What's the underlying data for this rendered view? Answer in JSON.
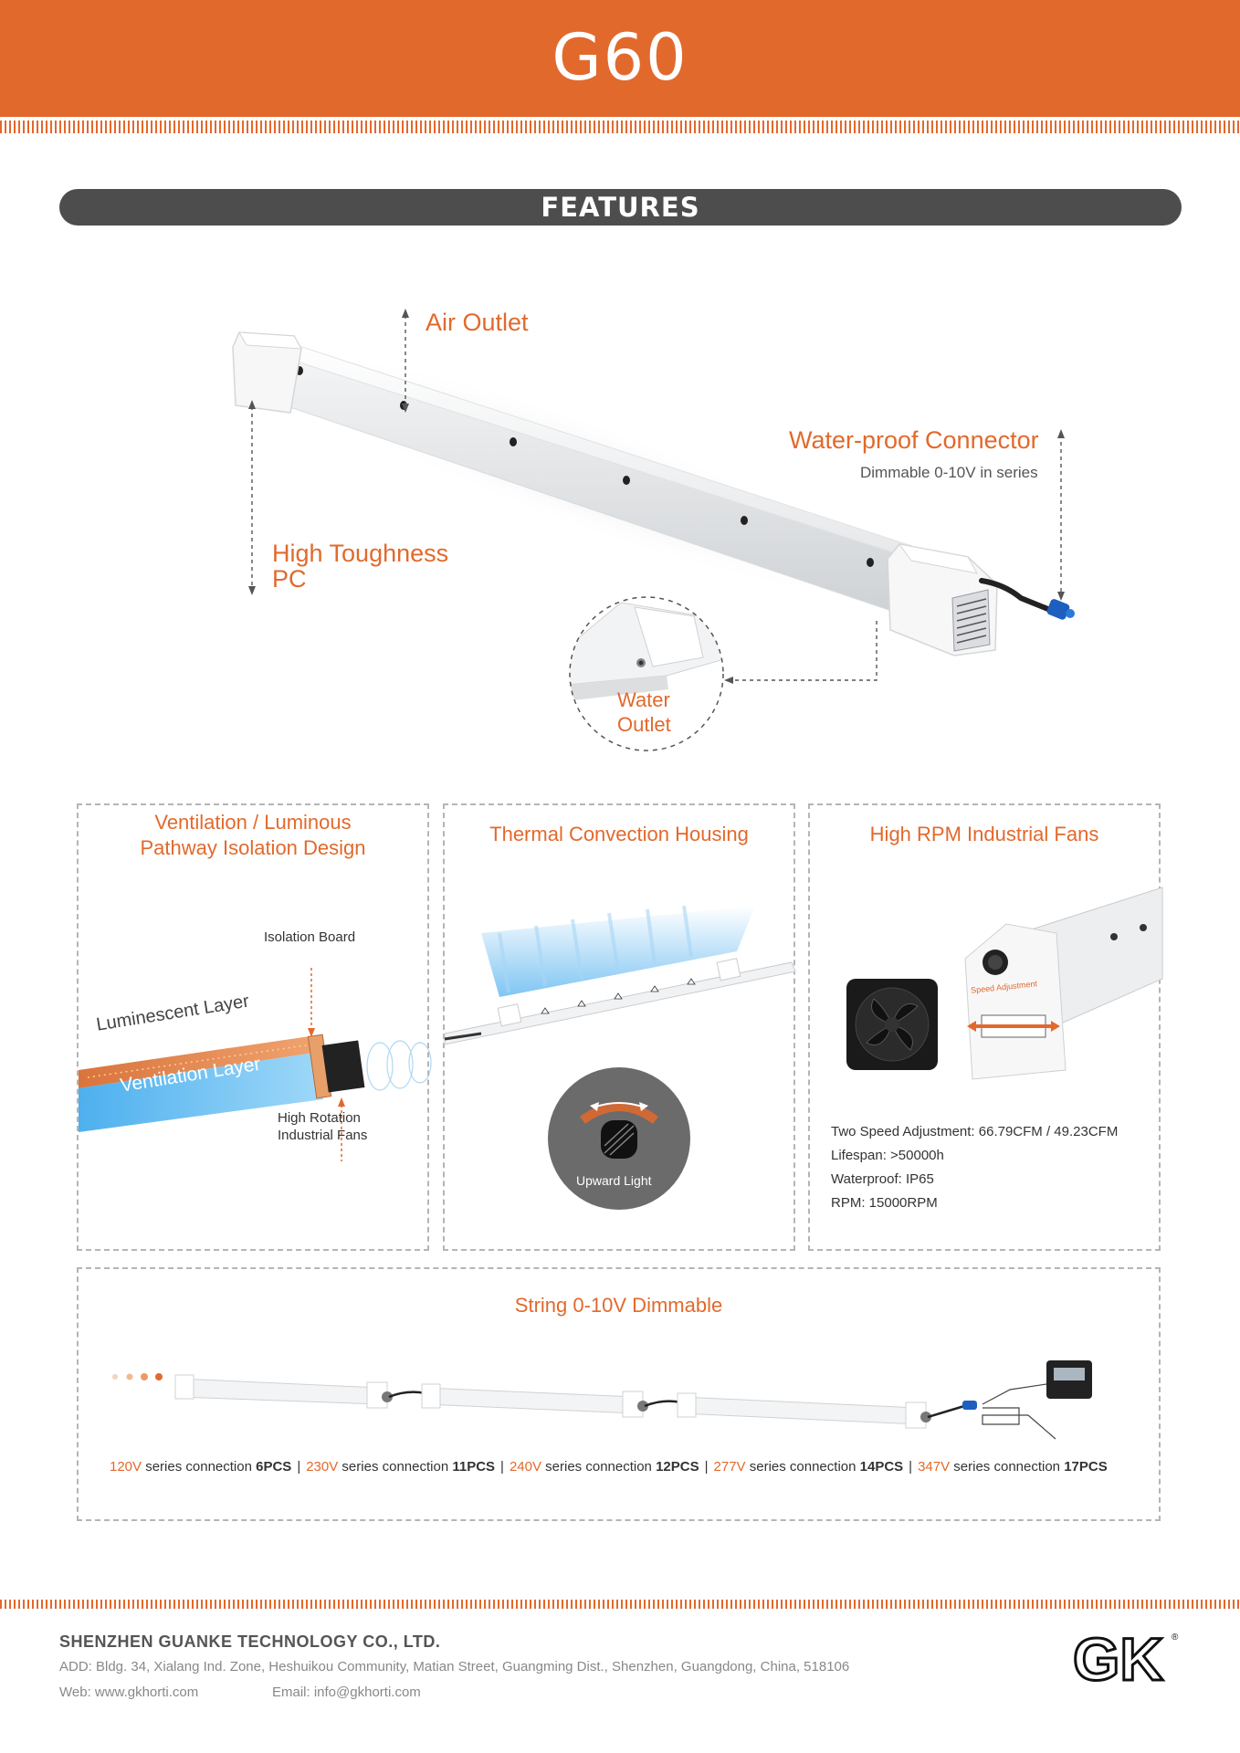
{
  "header": {
    "title": "G60"
  },
  "features": {
    "label": "FEATURES"
  },
  "callouts": {
    "air_outlet": "Air Outlet",
    "connector": "Water-proof Connector",
    "connector_sub": "Dimmable 0-10V in series",
    "toughness_line1": "High Toughness",
    "toughness_line2": "PC",
    "water_outlet_line1": "Water",
    "water_outlet_line2": "Outlet"
  },
  "panels": {
    "ventilation": {
      "title_line1": "Ventilation / Luminous",
      "title_line2": "Pathway Isolation Design",
      "isolation_board": "Isolation Board",
      "luminescent_layer": "Luminescent Layer",
      "ventilation_layer": "Ventilation Layer",
      "fans_line1": "High Rotation",
      "fans_line2": "Industrial Fans"
    },
    "thermal": {
      "title": "Thermal Convection Housing",
      "upward_light": "Upward Light"
    },
    "fans": {
      "title": "High RPM Industrial Fans",
      "speed_adjustment": "Speed Adjustment",
      "specs": [
        "Two Speed Adjustment: 66.79CFM / 49.23CFM",
        "Lifespan: >50000h",
        "Waterproof: IP65",
        "RPM: 15000RPM"
      ]
    },
    "string": {
      "title": "String 0-10V Dimmable",
      "connections": [
        {
          "voltage": "120V",
          "text": " series connection ",
          "count": "6PCS"
        },
        {
          "voltage": "230V",
          "text": " series connection ",
          "count": "11PCS"
        },
        {
          "voltage": "240V",
          "text": " series connection ",
          "count": "12PCS"
        },
        {
          "voltage": "277V",
          "text": " series connection ",
          "count": "14PCS"
        },
        {
          "voltage": "347V",
          "text": " series connection ",
          "count": "17PCS"
        }
      ]
    }
  },
  "footer": {
    "company": "SHENZHEN GUANKE TECHNOLOGY CO., LTD.",
    "address": "ADD: Bldg. 34, Xialang Ind. Zone, Heshuikou Community, Matian Street, Guangming Dist., Shenzhen, Guangdong, China, 518106",
    "web": "Web: www.gkhorti.com",
    "email": "Email: info@gkhorti.com",
    "logo_text": "GK"
  },
  "colors": {
    "accent": "#e2692c",
    "dark": "#4d4d4d",
    "blue": "#3a9fe0"
  }
}
